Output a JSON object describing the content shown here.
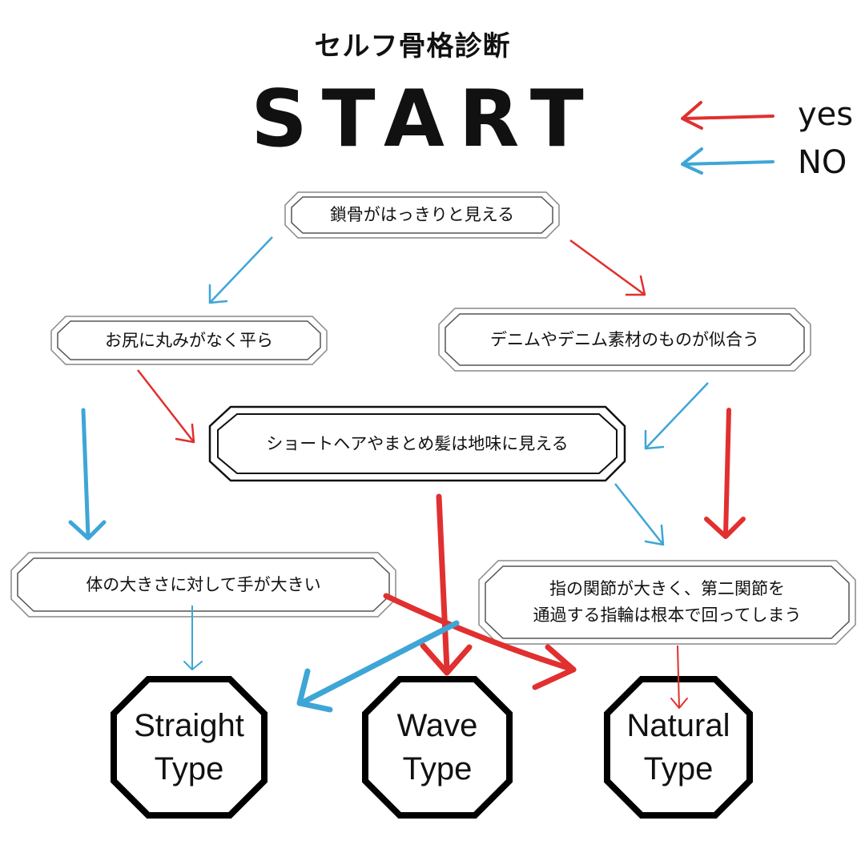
{
  "title": "セルフ骨格診断",
  "start": "START",
  "legend": {
    "yes": {
      "label": "yes",
      "color": "#e0302f"
    },
    "no": {
      "label": "NO",
      "color": "#3ea6d6"
    }
  },
  "questions": {
    "q1": "鎖骨がはっきりと見える",
    "q2": "お尻に丸みがなく平ら",
    "q3": "デニムやデニム素材のものが似合う",
    "q4": "ショートヘアやまとめ髪は地味に見える",
    "q5": "体の大きさに対して手が大きい",
    "q6_line1": "指の関節が大きく、第二関節を",
    "q6_line2": "通過する指輪は根本で回ってしまう"
  },
  "results": {
    "straight": {
      "line1": "Straight",
      "line2": "Type"
    },
    "wave": {
      "line1": "Wave",
      "line2": "Type"
    },
    "natural": {
      "line1": "Natural",
      "line2": "Type"
    }
  }
}
